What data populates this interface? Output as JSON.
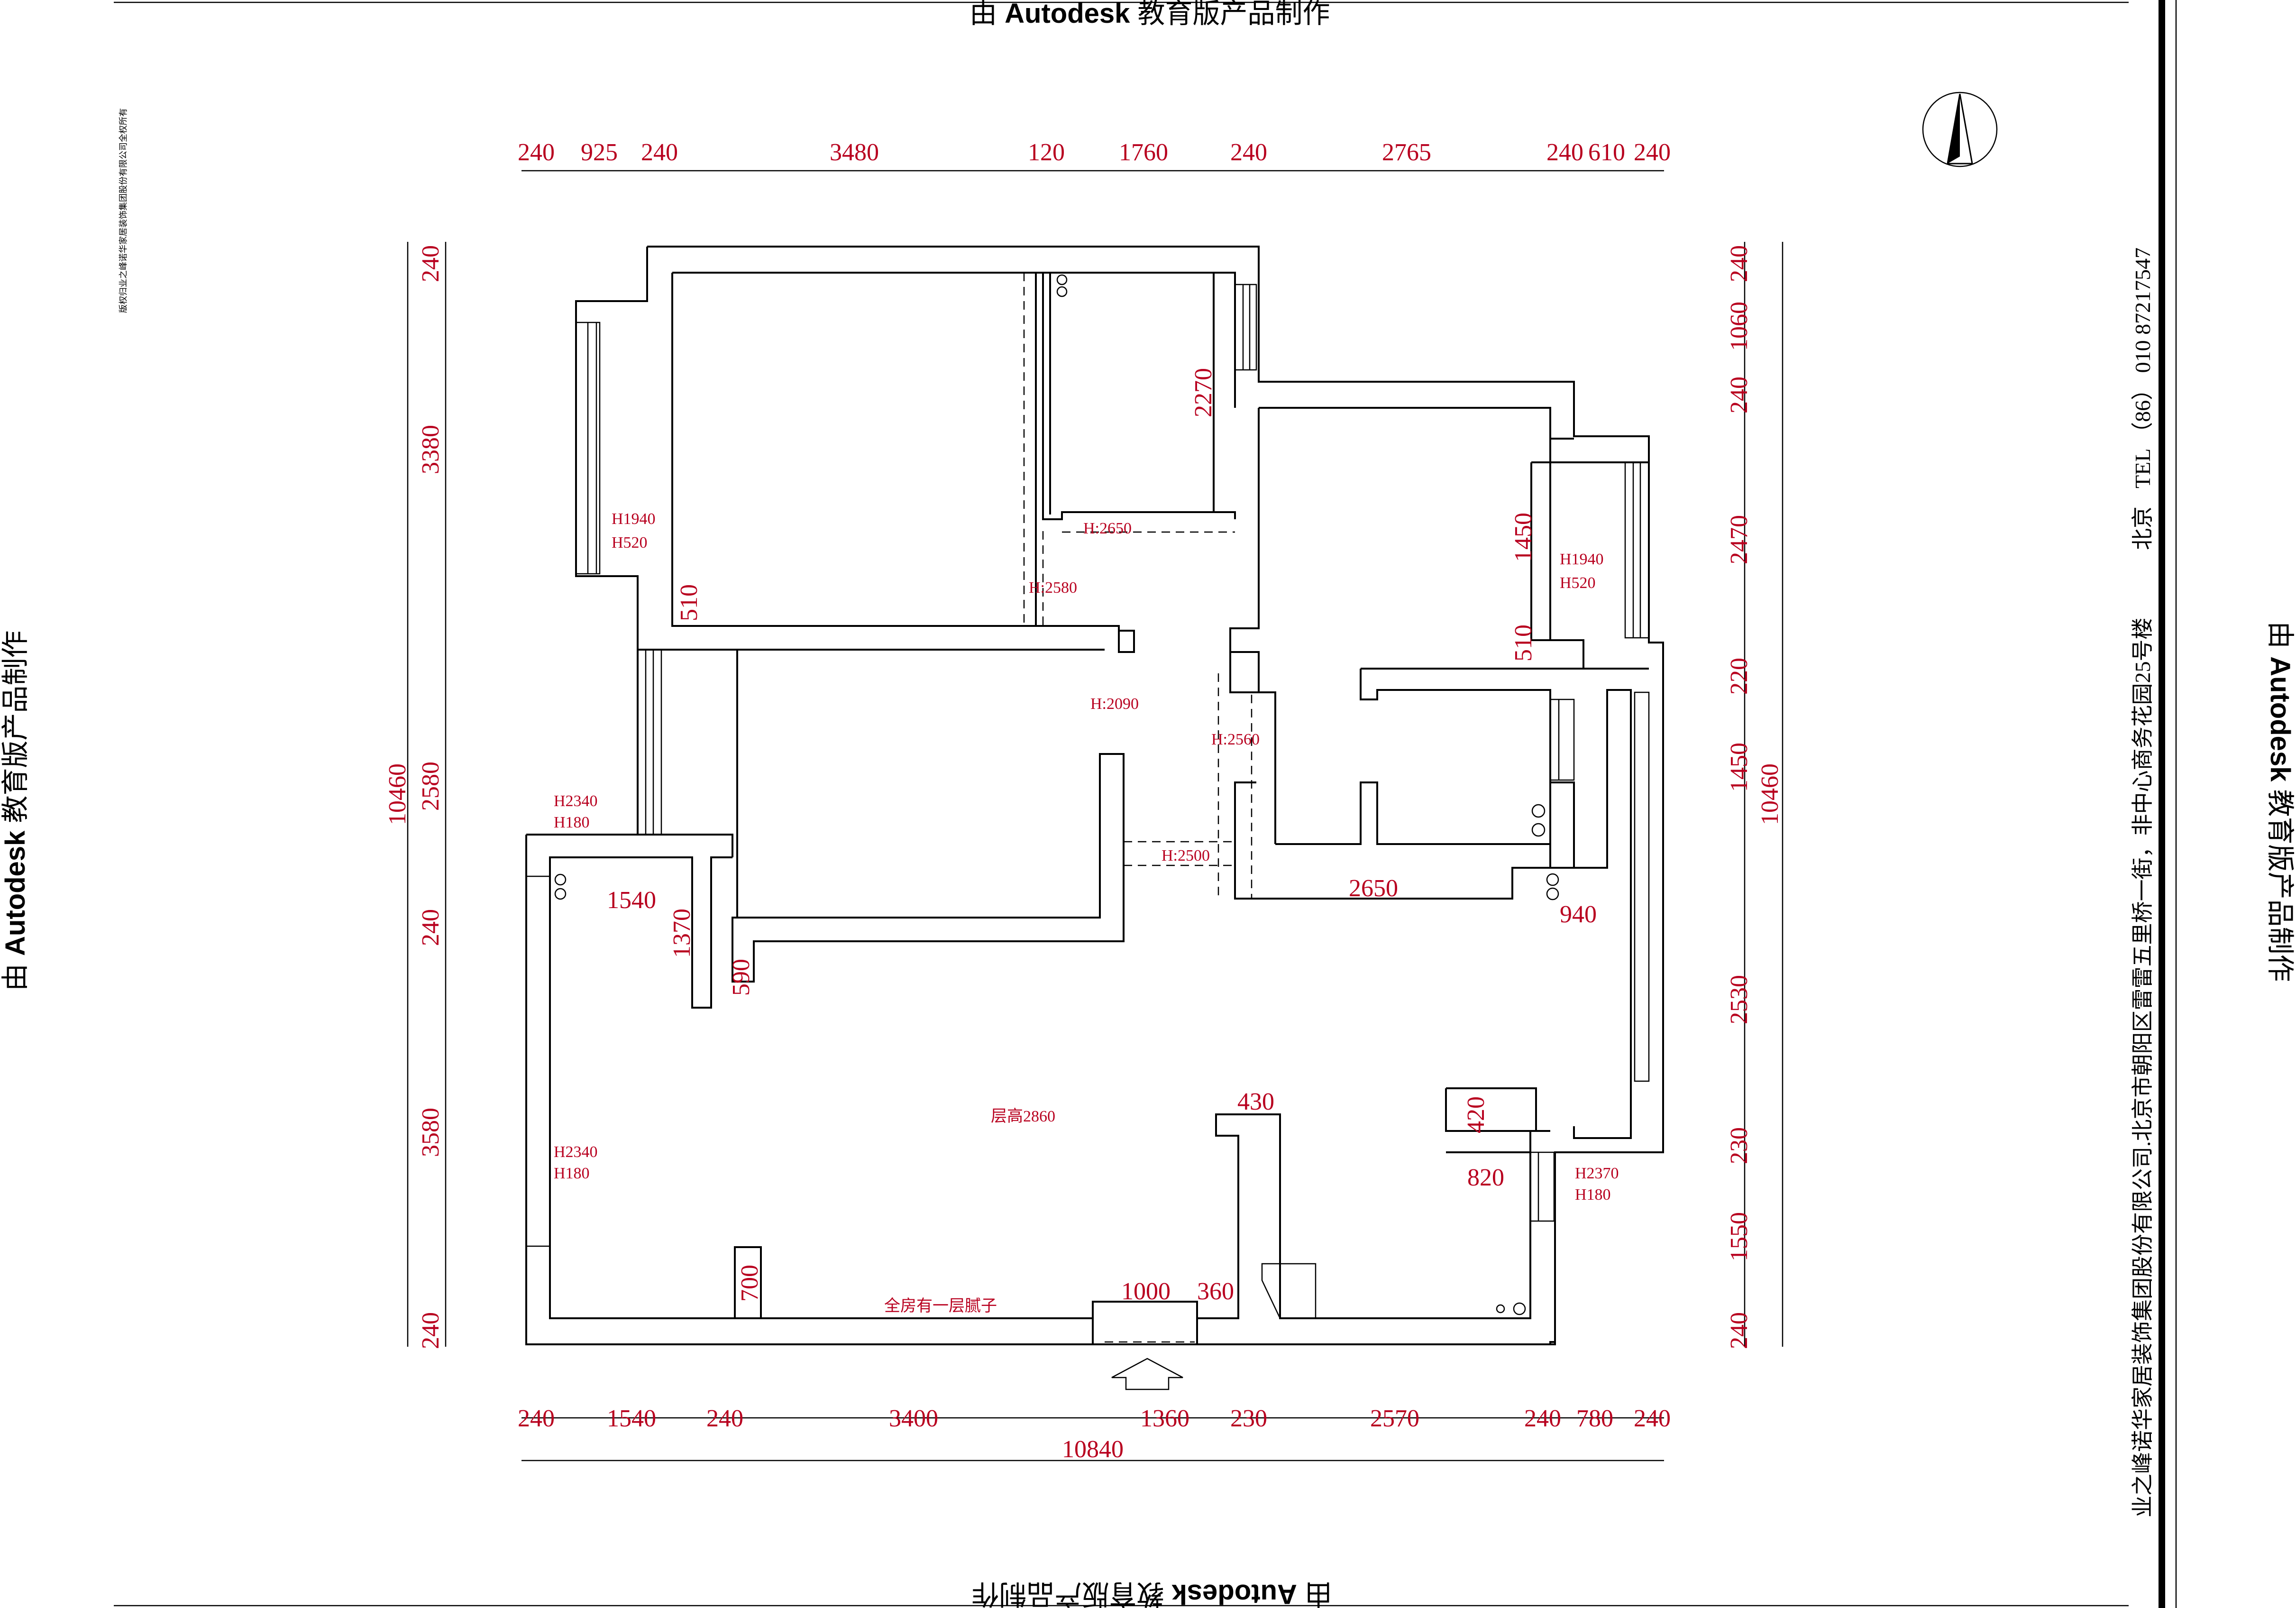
{
  "watermark": {
    "prefix": "由",
    "brand": "Autodesk",
    "suffix": "教育版产品制作"
  },
  "company": {
    "address": "业之峰诺华家居装饰集团股份有限公司.北京市朝阳区雷雷五里桥一街，非中心商务花园25号楼",
    "city": "北京",
    "tel": "TEL （86） 010 87217547",
    "copyright": "版权归业之峰诺华家居装饰集团股份有限公司全权所有"
  },
  "dims_top": [
    "240",
    "925",
    "240",
    "3480",
    "120",
    "1760",
    "240",
    "2765",
    "240",
    "610",
    "240"
  ],
  "dims_bottom": [
    "240",
    "1540",
    "240",
    "3400",
    "1360",
    "230",
    "2570",
    "240",
    "780",
    "240"
  ],
  "dim_total_bottom": "10840",
  "dims_left": [
    "240",
    "3380",
    "2580",
    "240",
    "3580",
    "240"
  ],
  "dim_total_left": "10460",
  "dims_right": [
    "240",
    "1060",
    "240",
    "2470",
    "220",
    "1450",
    "2530",
    "230",
    "1550",
    "240"
  ],
  "dim_total_right": "10460",
  "interior_dims": [
    "2270",
    "510",
    "1450",
    "510",
    "1540",
    "1370",
    "590",
    "2650",
    "940",
    "430",
    "420",
    "820",
    "700",
    "1000",
    "360"
  ],
  "notes": {
    "h2650": "H:2650",
    "h2580": "H:2580",
    "h2090": "H:2090",
    "h2560": "H:2560",
    "h2500": "H:2500",
    "win1_a": "H1940",
    "win1_b": "H520",
    "win2_a": "H1940",
    "win2_b": "H520",
    "win3_a": "H2340",
    "win3_b": "H180",
    "win4_a": "H2340",
    "win4_b": "H180",
    "win5_a": "H2370",
    "win5_b": "H180",
    "ceiling": "层高2860",
    "putty": "全房有一层腻子"
  }
}
